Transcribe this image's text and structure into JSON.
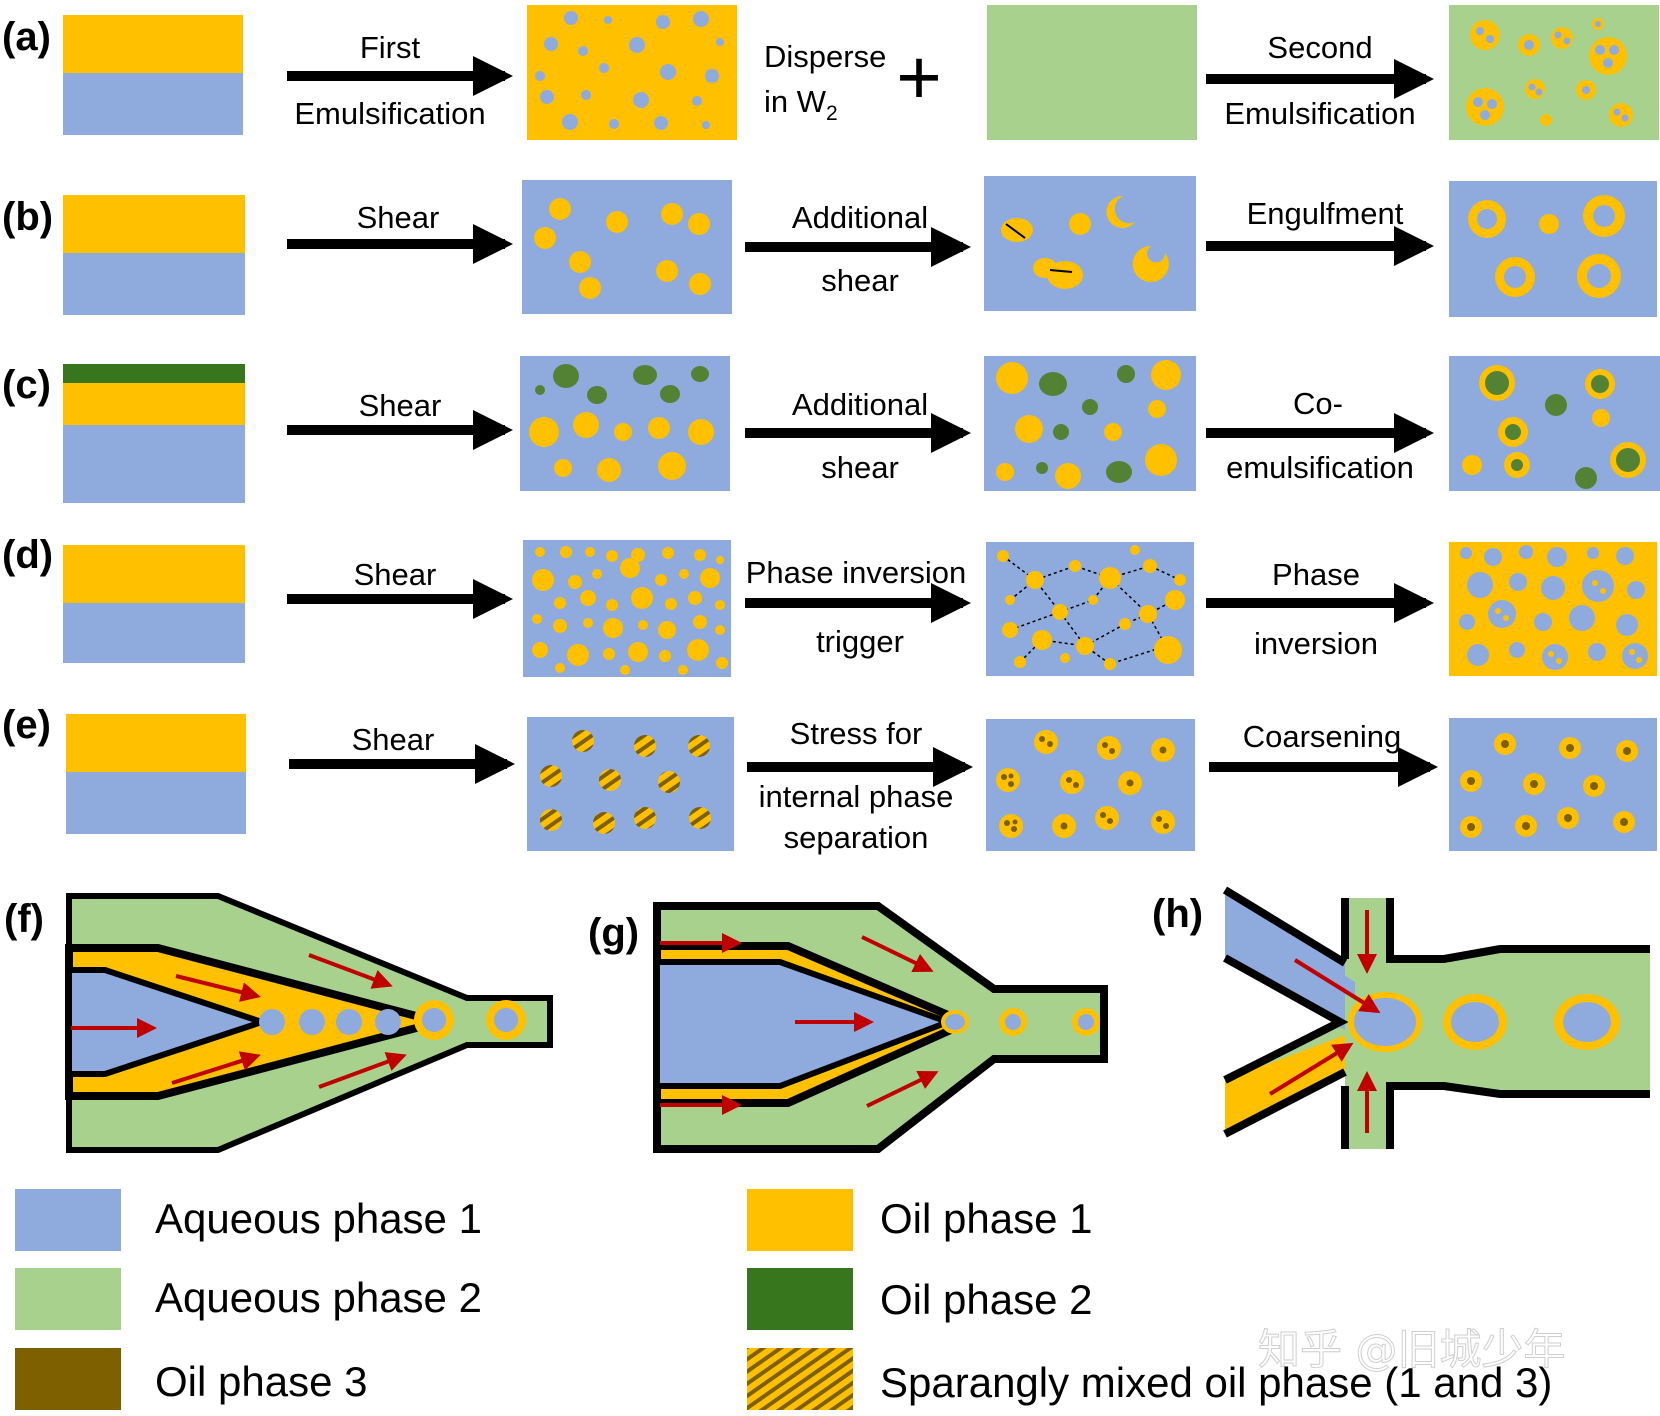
{
  "colors": {
    "aqueous1": "#8faadc",
    "aqueous2": "#a9d18e",
    "oil1": "#ffc000",
    "oil2": "#38761d",
    "oil3": "#7f6000",
    "oil2_drop": "#548235",
    "arrow": "#000000",
    "flow_arrow": "#c00000"
  },
  "panels": {
    "a": "(a)",
    "b": "(b)",
    "c": "(c)",
    "d": "(d)",
    "e": "(e)",
    "f": "(f)",
    "g": "(g)",
    "h": "(h)"
  },
  "row_a": {
    "arrow1_top": "First",
    "arrow1_bottom": "Emulsification",
    "disperse_line1": "Disperse",
    "disperse_line2": "in W",
    "disperse_sub": "2",
    "plus": "+",
    "arrow2_top": "Second",
    "arrow2_bottom": "Emulsification"
  },
  "row_b": {
    "arrow1": "Shear",
    "arrow2_top": "Additional",
    "arrow2_bottom": "shear",
    "arrow3": "Engulfment"
  },
  "row_c": {
    "arrow1": "Shear",
    "arrow2_top": "Additional",
    "arrow2_bottom": "shear",
    "arrow3_top": "Co-",
    "arrow3_bottom": "emulsification"
  },
  "row_d": {
    "arrow1": "Shear",
    "arrow2_top": "Phase inversion",
    "arrow2_bottom": "trigger",
    "arrow3_top": "Phase",
    "arrow3_bottom": "inversion"
  },
  "row_e": {
    "arrow1": "Shear",
    "arrow2_line1": "Stress for",
    "arrow2_line2": "internal phase",
    "arrow2_line3": "separation",
    "arrow3": "Coarsening"
  },
  "legend": [
    {
      "label": "Aqueous phase 1",
      "swatch": "aqueous1"
    },
    {
      "label": "Aqueous phase 2",
      "swatch": "aqueous2"
    },
    {
      "label": "Oil phase 3",
      "swatch": "oil3"
    },
    {
      "label": "Oil phase 1",
      "swatch": "oil1"
    },
    {
      "label": "Oil phase 2",
      "swatch": "oil2"
    },
    {
      "label": "Sparangly mixed oil phase (1 and 3)",
      "swatch": "hatched"
    }
  ],
  "watermark": "知乎 @旧城少年"
}
